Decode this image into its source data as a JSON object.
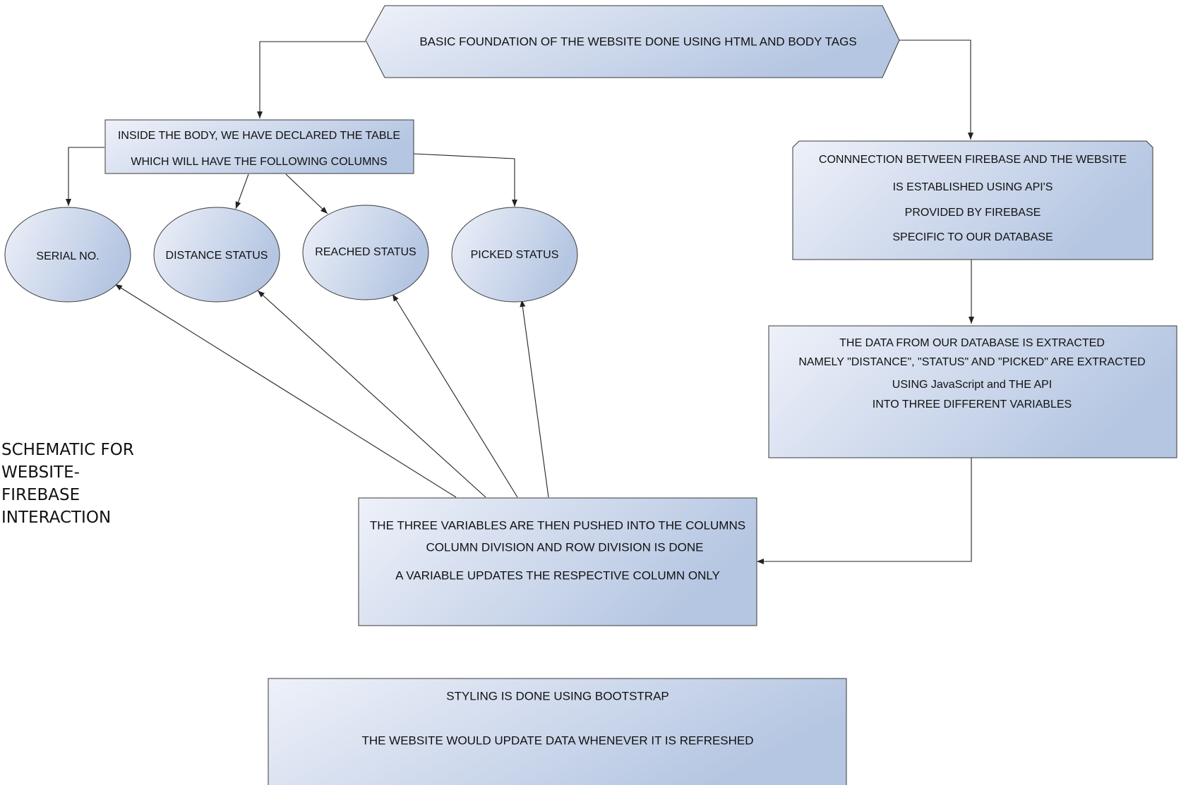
{
  "title": [
    "SCHEMATIC FOR",
    "WEBSITE-",
    "FIREBASE",
    "INTERACTION"
  ],
  "nodes": {
    "foundation": {
      "lines": [
        "BASIC FOUNDATION OF THE WEBSITE DONE USING HTML AND BODY TAGS"
      ]
    },
    "table": {
      "lines": [
        "INSIDE THE BODY, WE HAVE DECLARED THE TABLE",
        "WHICH WILL HAVE THE FOLLOWING COLUMNS"
      ]
    },
    "columns": [
      {
        "label": "SERIAL NO."
      },
      {
        "label": "DISTANCE STATUS"
      },
      {
        "label": "REACHED STATUS"
      },
      {
        "label": "PICKED STATUS"
      }
    ],
    "connection": {
      "lines": [
        "CONNNECTION BETWEEN FIREBASE AND THE WEBSITE",
        "IS ESTABLISHED USING API'S",
        "PROVIDED BY FIREBASE",
        "SPECIFIC TO OUR DATABASE"
      ]
    },
    "extraction": {
      "lines": [
        "THE DATA FROM OUR DATABASE IS EXTRACTED",
        "NAMELY \"DISTANCE\", \"STATUS\" AND \"PICKED\" ARE EXTRACTED",
        "USING JavaScript and THE API",
        "INTO THREE DIFFERENT VARIABLES"
      ]
    },
    "push": {
      "lines": [
        "THE THREE VARIABLES ARE THEN PUSHED INTO THE COLUMNS",
        "COLUMN DIVISION AND ROW DIVISION IS DONE",
        "A VARIABLE UPDATES THE RESPECTIVE COLUMN ONLY"
      ]
    },
    "styling": {
      "lines": [
        "STYLING IS DONE USING BOOTSTRAP",
        "THE WEBSITE WOULD UPDATE DATA WHENEVER IT IS REFRESHED"
      ]
    }
  },
  "colors": {
    "fill_light": "#eef1f9",
    "fill_dark": "#b5c6e2",
    "stroke": "#3a3a3a",
    "edge": "#222222"
  }
}
